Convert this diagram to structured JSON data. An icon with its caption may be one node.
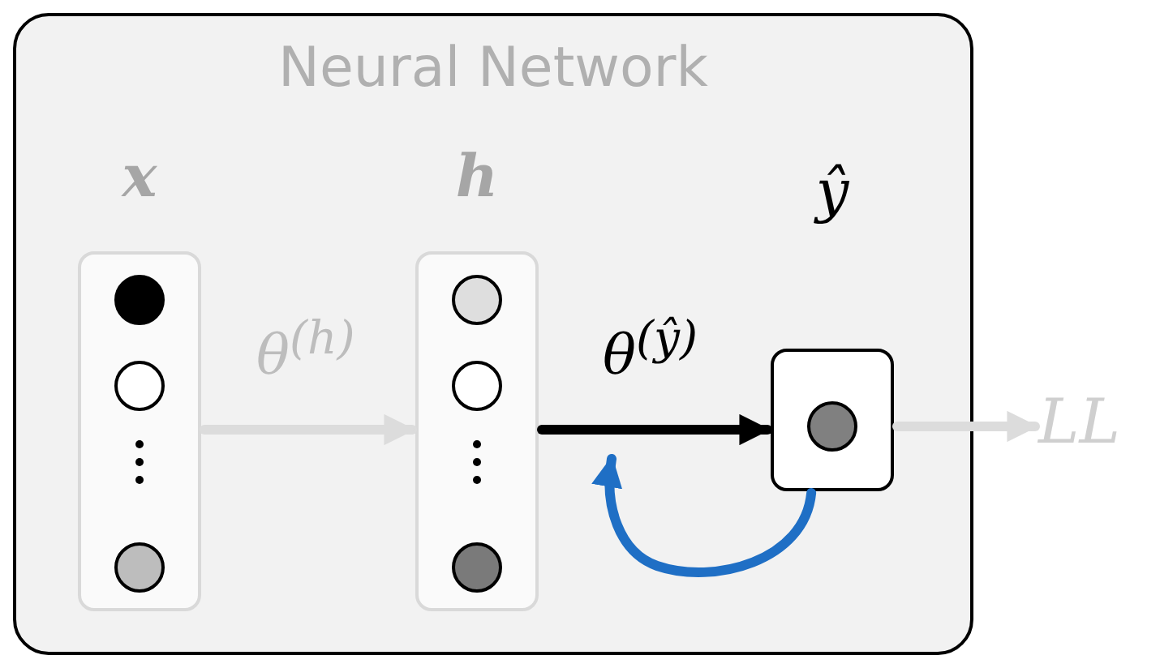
{
  "diagram": {
    "nodes": [
      {
        "text": [
          "Neural Network"
        ]
      },
      {
        "text": [
          "x"
        ],
        "in": 0
      },
      {
        "text": [],
        "shape": "circle",
        "in": 1
      },
      {
        "text": [],
        "shape": "circle",
        "in": 1
      },
      {
        "text": [],
        "shape": "circle",
        "in": 1
      },
      {
        "text": [
          "h"
        ],
        "in": 0
      },
      {
        "text": [],
        "shape": "circle",
        "in": 5
      },
      {
        "text": [],
        "shape": "circle",
        "in": 5
      },
      {
        "text": [],
        "shape": "circle",
        "in": 5
      },
      {
        "text": [
          "ŷ"
        ],
        "in": 0
      },
      {
        "text": [],
        "shape": "circle",
        "in": 9
      },
      {
        "text": [
          "LL"
        ]
      }
    ],
    "edges": [
      {
        "from": 1,
        "to": 5,
        "arrow": "to",
        "label": "θ$^{(h)}$"
      },
      {
        "from": 5,
        "to": 9,
        "arrow": "to",
        "label": "θ$^{(ŷ)}$",
        "color": "#000000"
      },
      {
        "from": 9,
        "to": 11,
        "arrow": "to"
      },
      {
        "from": 9,
        "to": null,
        "arrow": "to",
        "color": "#1f6fc5"
      }
    ]
  }
}
